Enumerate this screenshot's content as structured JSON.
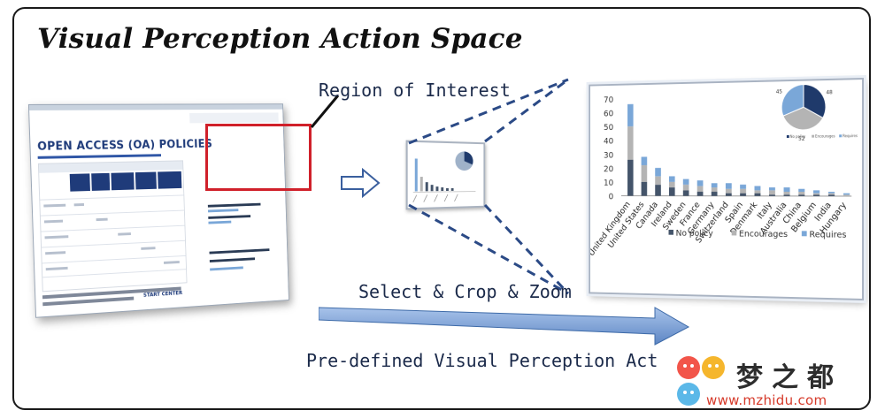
{
  "title": "Visual Perception Action Space",
  "labels": {
    "region_of_interest": "Region of Interest",
    "select_crop_zoom": "Select & Crop & Zoom",
    "predefined": "Pre-defined Visual Perception Act"
  },
  "slide": {
    "heading": "OPEN ACCESS (OA) POLICIES",
    "logo": "START CENTER"
  },
  "colors": {
    "roi_box": "#d0202a",
    "dash": "#2b4a86",
    "arrow_fill": "#7fa3d6",
    "bar_no_policy": "#44546a",
    "bar_encourages": "#b4b4b4",
    "bar_requires": "#7aa7d8"
  },
  "chart_data": {
    "type": "bar",
    "stacked": true,
    "categories": [
      "United Kingdom",
      "United States",
      "Canada",
      "Ireland",
      "Sweden",
      "France",
      "Germany",
      "Switzerland",
      "Spain",
      "Denmark",
      "Italy",
      "Australia",
      "China",
      "Belgium",
      "India",
      "Hungary"
    ],
    "series": [
      {
        "name": "No policy",
        "values": [
          26,
          10,
          8,
          6,
          4,
          3,
          3,
          2,
          2,
          2,
          1,
          1,
          1,
          1,
          1,
          0
        ]
      },
      {
        "name": "Encourages",
        "values": [
          24,
          12,
          6,
          4,
          4,
          4,
          3,
          3,
          3,
          2,
          3,
          2,
          2,
          1,
          1,
          1
        ]
      },
      {
        "name": "Requires",
        "values": [
          16,
          6,
          6,
          4,
          4,
          4,
          3,
          4,
          3,
          3,
          2,
          3,
          2,
          2,
          1,
          1
        ]
      }
    ],
    "yticks": [
      0,
      10,
      20,
      30,
      40,
      50,
      60,
      70
    ],
    "ylim": [
      0,
      70
    ],
    "legend_position": "bottom",
    "pie": {
      "values": [
        48,
        52,
        45
      ],
      "names": [
        "No policy",
        "Encourages",
        "Requires"
      ]
    },
    "pie_legend": [
      "No policy",
      "Encourages",
      "Requires"
    ]
  },
  "watermark": {
    "cn": "梦之都",
    "url": "www.mzhidu.com"
  }
}
